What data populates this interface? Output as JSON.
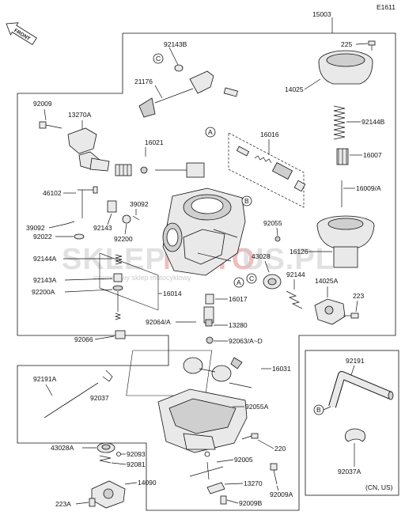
{
  "header": {
    "page_code": "E1611",
    "front_label": "FRONT",
    "main_part": "15003"
  },
  "watermark": {
    "brand_left": "SKLEP",
    "brand_mid": "MOTO",
    "brand_right": "US.PL",
    "tagline": "internetowy sklep motocyklowy"
  },
  "callouts": [
    "A",
    "B",
    "C"
  ],
  "labels": {
    "l225": "225",
    "l92143B": "92143B",
    "l21176": "21176",
    "l14025": "14025",
    "l92009": "92009",
    "l13270A": "13270A",
    "l92144B": "92144B",
    "l16021": "16021",
    "l16016": "16016",
    "l16007": "16007",
    "l16009A": "16009/A",
    "l46102": "46102",
    "l39092a": "39092",
    "l39092b": "39092",
    "l92143": "92143",
    "l92022": "92022",
    "l92200": "92200",
    "l92055": "92055",
    "l43028": "43028",
    "l16126": "16126",
    "l92144A": "92144A",
    "l92143A": "92143A",
    "l92200A": "92200A",
    "l92144": "92144",
    "l14025A": "14025A",
    "l16014": "16014",
    "l16017": "16017",
    "l223": "223",
    "l92064A": "92064/A",
    "l13280": "13280",
    "l92066": "92066",
    "l92063AD": "92063/A~D",
    "l16031": "16031",
    "l92191A": "92191A",
    "l92037": "92037",
    "l92191": "92191",
    "l92055A": "92055A",
    "l43028A": "43028A",
    "l92093": "92093",
    "l92081": "92081",
    "l220": "220",
    "l92005": "92005",
    "l14090": "14090",
    "l13270": "13270",
    "l92009A": "92009A",
    "l223A": "223A",
    "l92009B": "92009B",
    "l92037A": "92037A",
    "region_note": "(CN, US)"
  }
}
